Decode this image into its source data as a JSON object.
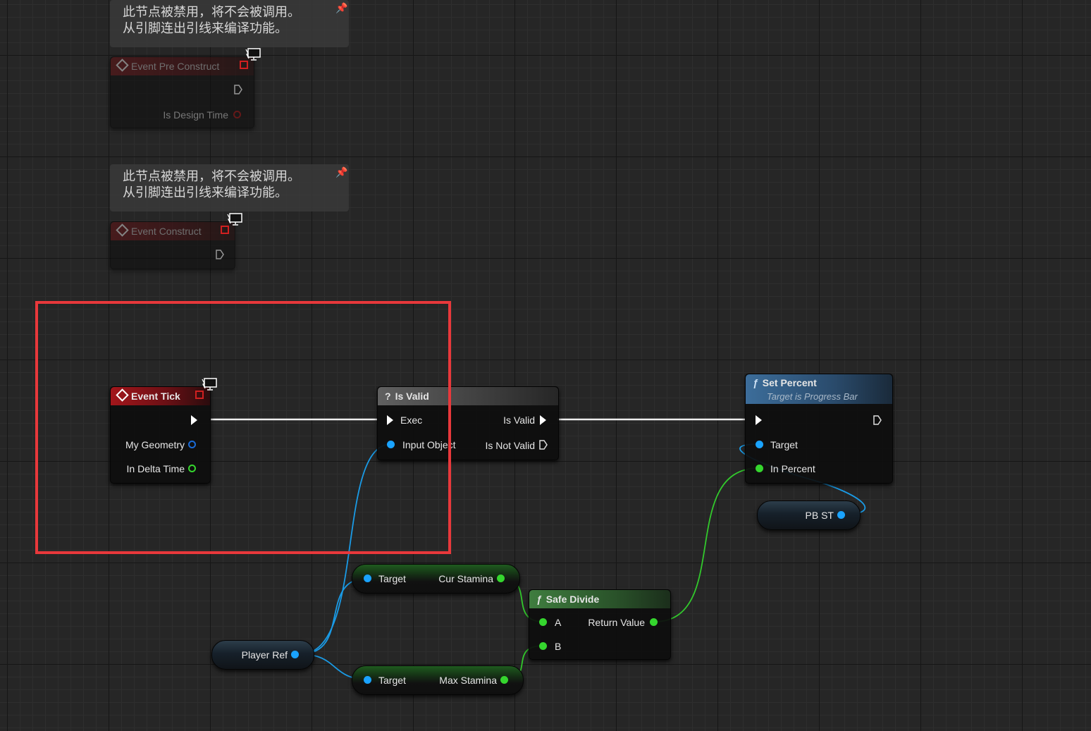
{
  "comments": [
    {
      "line1": "此节点被禁用，将不会被调用。",
      "line2": "从引脚连出引线来编译功能。"
    },
    {
      "line1": "此节点被禁用，将不会被调用。",
      "line2": "从引脚连出引线来编译功能。"
    }
  ],
  "nodes": {
    "event_pre_construct": {
      "title": "Event Pre Construct",
      "out_pin": "Is Design Time"
    },
    "event_construct": {
      "title": "Event Construct"
    },
    "event_tick": {
      "title": "Event Tick",
      "pin_geometry": "My Geometry",
      "pin_delta": "In Delta Time"
    },
    "is_valid": {
      "title": "Is Valid",
      "pin_exec": "Exec",
      "pin_input": "Input Object",
      "pin_valid": "Is Valid",
      "pin_not_valid": "Is Not Valid"
    },
    "set_percent": {
      "title": "Set Percent",
      "subtitle": "Target is Progress Bar",
      "pin_target": "Target",
      "pin_percent": "In Percent"
    },
    "pb_st": {
      "label": "PB ST"
    },
    "cur_stamina": {
      "pin_target": "Target",
      "pin_out": "Cur Stamina"
    },
    "max_stamina": {
      "pin_target": "Target",
      "pin_out": "Max Stamina"
    },
    "safe_divide": {
      "title": "Safe Divide",
      "pin_a": "A",
      "pin_b": "B",
      "pin_ret": "Return Value"
    },
    "player_ref": {
      "label": "Player Ref"
    }
  },
  "colors": {
    "exec": "#ffffff",
    "object_pin": "#1aa3ff",
    "float_pin": "#35d62e",
    "bool_pin": "#8a1010",
    "selection": "#e8383b"
  }
}
